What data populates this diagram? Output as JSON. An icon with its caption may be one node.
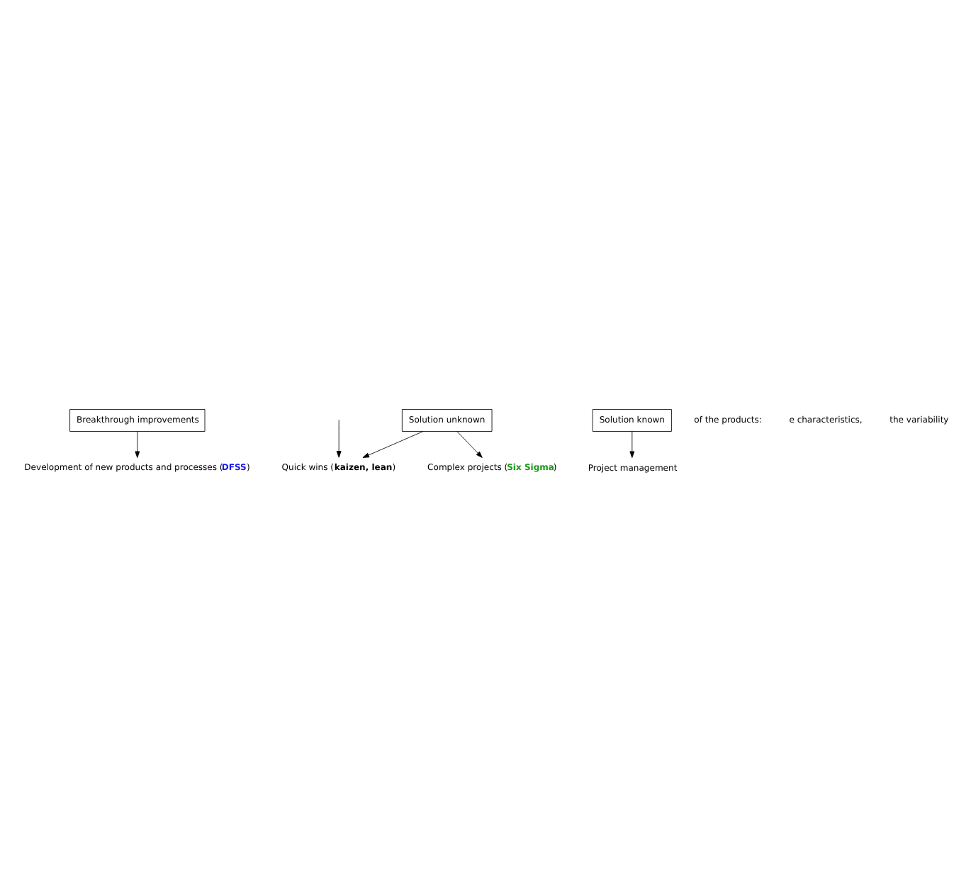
{
  "diagram": {
    "nodes": [
      {
        "text": [
          "Breakthrough improvements"
        ]
      },
      {
        "text": [
          "Solution unknown"
        ]
      },
      {
        "text": [
          "Solution known"
        ]
      },
      {
        "text": [
          "Project management"
        ]
      },
      {
        "text": [
          "Quick wins (**kaizen, lean**)"
        ]
      },
      {
        "text": [
          "Complex projects (**Six Sigma**)"
        ]
      },
      {
        "text": [
          "Development of new products and processes (**DFSS**)"
        ]
      }
    ],
    "edges": [
      {
        "from": 0,
        "to": 6,
        "arrow": "to"
      },
      {
        "from": 1,
        "to": 4,
        "arrow": "to"
      },
      {
        "from": 1,
        "to": 5,
        "arrow": "to"
      },
      {
        "from": 2,
        "to": 3,
        "arrow": "to"
      },
      {
        "from": null,
        "to": 4,
        "arrow": "to"
      }
    ],
    "labels": [
      "of the products:",
      "e characteristics,",
      "the variability"
    ]
  }
}
